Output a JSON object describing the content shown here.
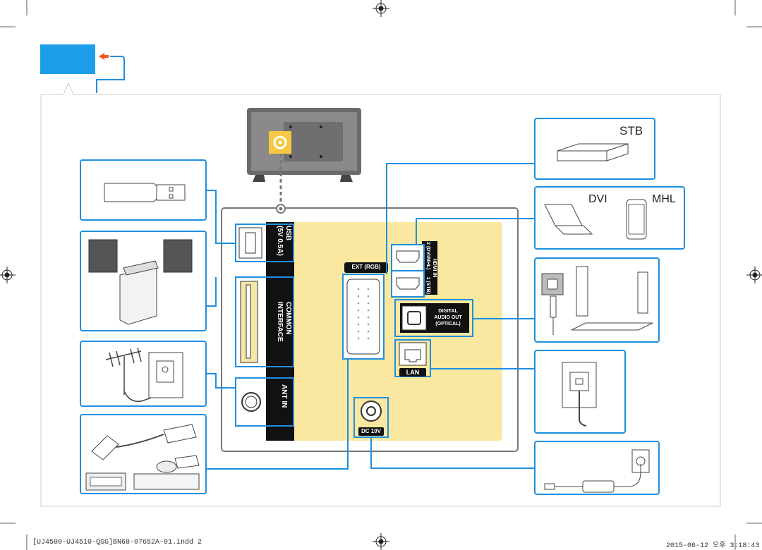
{
  "devices": {
    "stb": "STB",
    "dvi": "DVI",
    "mhl": "MHL"
  },
  "ports": {
    "usb_line1": "USB",
    "usb_line2": "(5V 0.5A)",
    "common_line1": "COMMON",
    "common_line2": "INTERFACE",
    "ant_in": "ANT IN",
    "ext_rgb": "EXT (RGB)",
    "hdmi_in": "HDMI IN",
    "hdmi_2": "2 (DVI/MHL)",
    "hdmi_1": "1 (STB)",
    "digital_line1": "DIGITAL",
    "digital_line2": "AUDIO OUT",
    "digital_line3": "(OPTICAL)",
    "lan": "LAN",
    "dc": "DC 19V"
  },
  "footer": {
    "file": "[UJ4500-UJ4510-QSG]BN68-07652A-01.indd   2",
    "timestamp": "2015-06-12   오후 3:18:43"
  },
  "colors": {
    "connector_blue": "#1e8fe0",
    "panel_yellow": "#fbe8a0",
    "port_strip_black": "#111111",
    "accent_orange": "#f05a22",
    "screen_blue": "#1e9ee8"
  }
}
